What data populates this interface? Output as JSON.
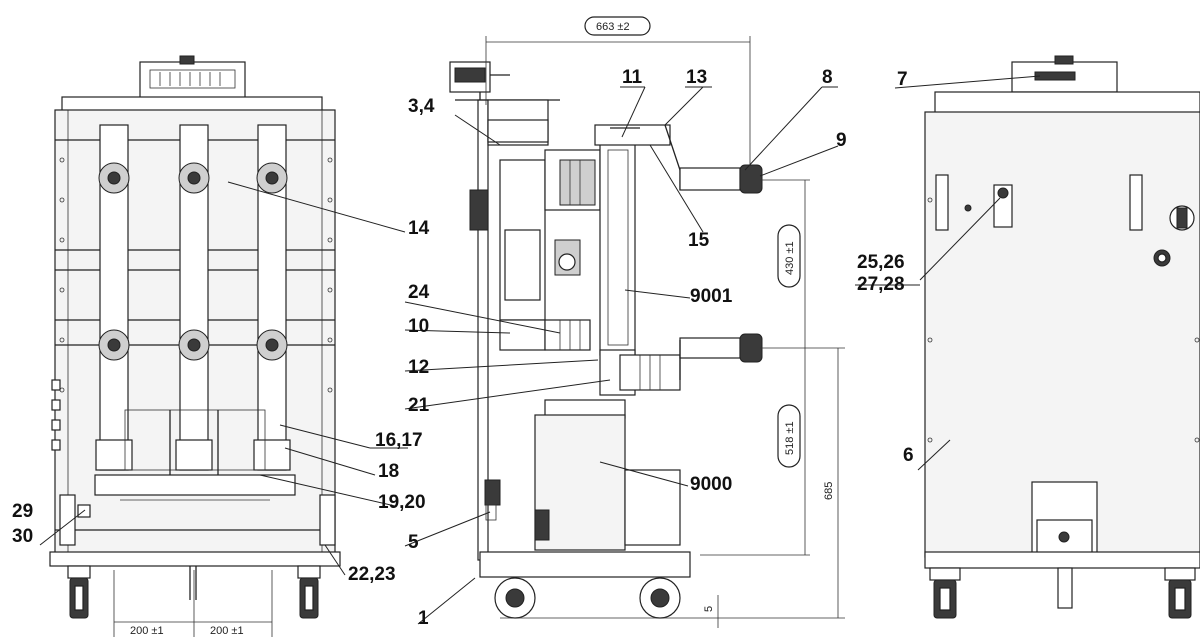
{
  "dimensions": {
    "width_663": "663 ±2",
    "height_430": "430 ±1",
    "height_518": "518 ±1",
    "height_685": "685",
    "gap_5": "5",
    "pitch_left": "200 ±1",
    "pitch_right": "200 ±1"
  },
  "callouts": {
    "c7": "7",
    "c8": "8",
    "c9": "9",
    "c11": "11",
    "c13": "13",
    "c3_4": "3,4",
    "c14": "14",
    "c15": "15",
    "c25_26": "25,26",
    "c27_28": "27,28",
    "c24": "24",
    "c10": "10",
    "c9001": "9001",
    "c12": "12",
    "c21": "21",
    "c16_17": "16,17",
    "c18": "18",
    "c19_20": "19,20",
    "c9000": "9000",
    "c29": "29",
    "c30": "30",
    "c5": "5",
    "c22_23": "22,23",
    "c6": "6",
    "c1": "1"
  }
}
